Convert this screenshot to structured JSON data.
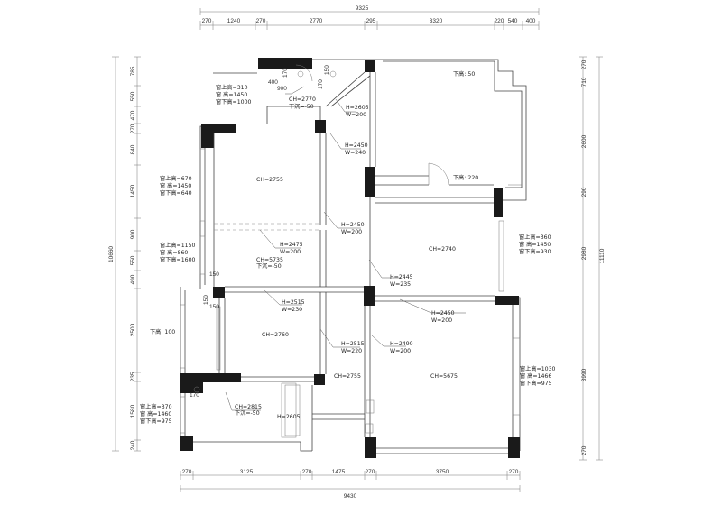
{
  "dimensions": {
    "top_total": "9325",
    "top": [
      "270",
      "1240",
      "270",
      "2770",
      "295",
      "3320",
      "220",
      "540",
      "400"
    ],
    "bottom_total": "9430",
    "bottom": [
      "270",
      "3125",
      "270",
      "1475",
      "270",
      "3750",
      "270"
    ],
    "left_total": "10660",
    "left": [
      "785",
      "550",
      "470",
      "270",
      "840",
      "1450",
      "900",
      "550",
      "490",
      "2500",
      "235",
      "1580",
      "240"
    ],
    "right_total": "11110",
    "right": [
      "270",
      "710",
      "2600",
      "290",
      "2980",
      "3990",
      "270"
    ]
  },
  "annotations": [
    {
      "id": "a1",
      "text": "窗上高=310"
    },
    {
      "id": "a2",
      "text": "窗    高=1450"
    },
    {
      "id": "a3",
      "text": "窗下高=1000"
    },
    {
      "id": "a4",
      "text": "400"
    },
    {
      "id": "a5",
      "text": "900"
    },
    {
      "id": "a6",
      "text": "170"
    },
    {
      "id": "a7",
      "text": "170"
    },
    {
      "id": "a8",
      "text": "150"
    },
    {
      "id": "a9",
      "text": "CH=2770"
    },
    {
      "id": "a10",
      "text": "下沉=-50"
    },
    {
      "id": "a11",
      "text": "H=2605"
    },
    {
      "id": "a12",
      "text": "W=200"
    },
    {
      "id": "a13",
      "text": "下高: 50"
    },
    {
      "id": "a14",
      "text": "H=2450"
    },
    {
      "id": "a15",
      "text": "W=240"
    },
    {
      "id": "a16",
      "text": "下高: 220"
    },
    {
      "id": "a17",
      "text": "窗上高=670"
    },
    {
      "id": "a18",
      "text": "窗    高=1450"
    },
    {
      "id": "a19",
      "text": "窗下高=640"
    },
    {
      "id": "a20",
      "text": "CH=2755"
    },
    {
      "id": "a21",
      "text": "H=2450"
    },
    {
      "id": "a22",
      "text": "W=200"
    },
    {
      "id": "a23",
      "text": "窗上高=1150"
    },
    {
      "id": "a24",
      "text": "窗    高=860"
    },
    {
      "id": "a25",
      "text": "窗下高=1600"
    },
    {
      "id": "a26",
      "text": "H=2475"
    },
    {
      "id": "a27",
      "text": "W=200"
    },
    {
      "id": "a28",
      "text": "CH=5735"
    },
    {
      "id": "a29",
      "text": "下沉=-50"
    },
    {
      "id": "a30",
      "text": "CH=2740"
    },
    {
      "id": "a31",
      "text": "窗上高=360"
    },
    {
      "id": "a32",
      "text": "窗    高=1450"
    },
    {
      "id": "a33",
      "text": "窗下高=930"
    },
    {
      "id": "a34",
      "text": "H=2445"
    },
    {
      "id": "a35",
      "text": "W=235"
    },
    {
      "id": "a36",
      "text": "150"
    },
    {
      "id": "a37",
      "text": "H=2515"
    },
    {
      "id": "a38",
      "text": "W=230"
    },
    {
      "id": "a39",
      "text": "H=2450"
    },
    {
      "id": "a40",
      "text": "W=200"
    },
    {
      "id": "a41",
      "text": "下高: 100"
    },
    {
      "id": "a42",
      "text": "CH=2760"
    },
    {
      "id": "a43",
      "text": "H=2515"
    },
    {
      "id": "a44",
      "text": "W=220"
    },
    {
      "id": "a45",
      "text": "H=2490"
    },
    {
      "id": "a46",
      "text": "W=200"
    },
    {
      "id": "a47",
      "text": "CH=2755"
    },
    {
      "id": "a48",
      "text": "CH=5675"
    },
    {
      "id": "a49",
      "text": "窗上高=1030"
    },
    {
      "id": "a50",
      "text": "窗    高=1466"
    },
    {
      "id": "a51",
      "text": "窗下高=975"
    },
    {
      "id": "a52",
      "text": "窗上高=370"
    },
    {
      "id": "a53",
      "text": "窗    高=1460"
    },
    {
      "id": "a54",
      "text": "窗下高=975"
    },
    {
      "id": "a55",
      "text": "CH=2815"
    },
    {
      "id": "a56",
      "text": "下沉=-50"
    },
    {
      "id": "a57",
      "text": "H=2605"
    },
    {
      "id": "a58",
      "text": "170"
    },
    {
      "id": "a59",
      "text": "150"
    },
    {
      "id": "a60",
      "text": "150"
    }
  ]
}
